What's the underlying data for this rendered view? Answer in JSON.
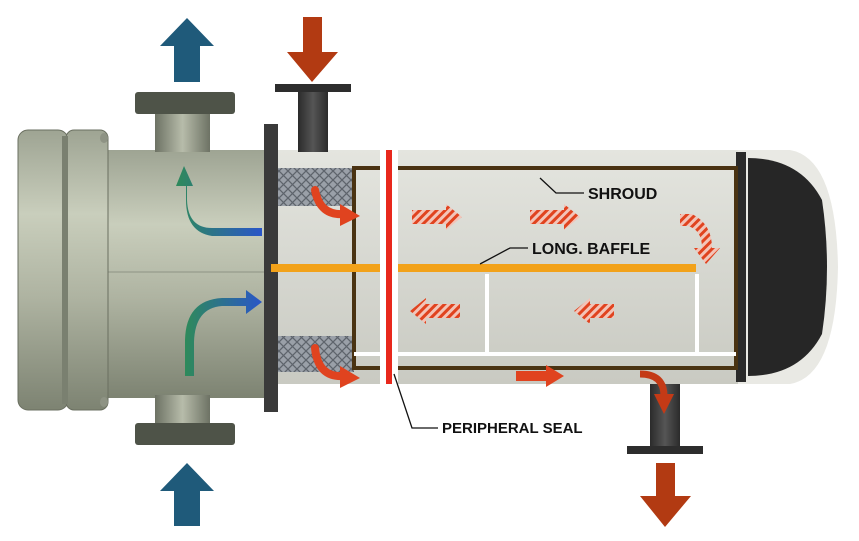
{
  "labels": {
    "shroud": "SHROUD",
    "long_baffle": "LONG. BAFFLE",
    "peripheral_seal": "PERIPHERAL SEAL"
  },
  "colors": {
    "tube_side_flow": "#1f5a7a",
    "shell_side_flow": "#b23a12",
    "inner_flow": "#e0431f",
    "baffle": "#f2a21a",
    "seal": "#e8281c",
    "shroud": "#4a3312",
    "shell": "#dcdcd4",
    "end_cap": "#262626"
  },
  "icons": {
    "tube_inlet": "arrow-up-icon",
    "tube_outlet": "arrow-up-icon",
    "shell_inlet": "arrow-down-icon",
    "shell_outlet": "arrow-down-icon"
  }
}
